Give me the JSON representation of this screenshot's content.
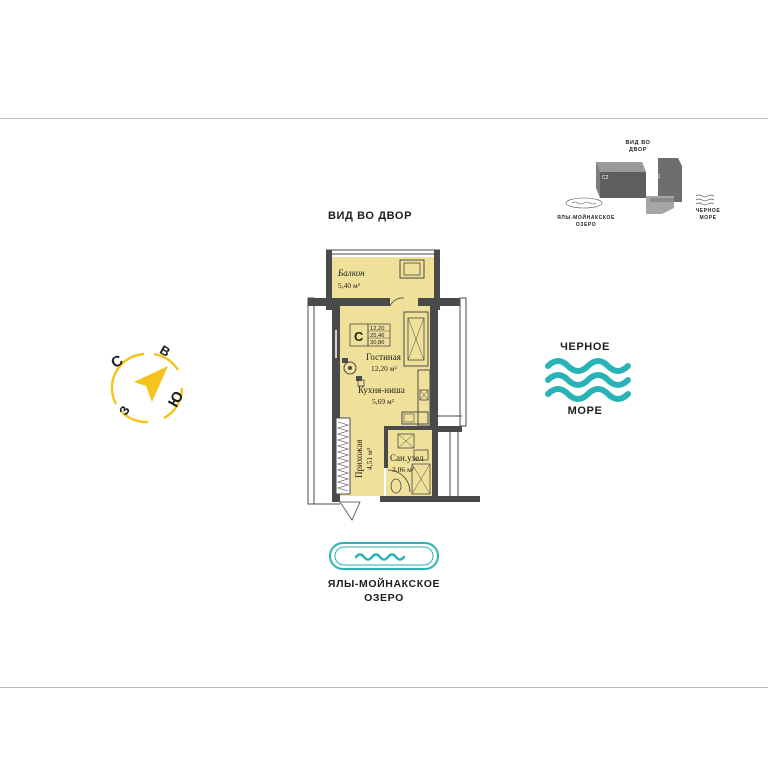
{
  "colors": {
    "floor": "#f0e19a",
    "wall": "#4a4a4a",
    "sea": "#2ab3b6",
    "compass": "#f2c41c",
    "frame": "#bdbdbd"
  },
  "view_labels": {
    "top": "ВИД ВО ДВОР",
    "sea_top": "ЧЕРНОЕ",
    "sea_bottom": "МОРЕ",
    "lake_line1": "ЯЛЫ-МОЙНАКСКОЕ",
    "lake_line2": "ОЗЕРО"
  },
  "compass": {
    "north": "С",
    "east": "В",
    "south": "Ю",
    "west": "З"
  },
  "apartment": {
    "type": "С",
    "areas": [
      "12,20",
      "25,46",
      "30,86"
    ]
  },
  "rooms": {
    "balcony": {
      "name": "Балкон",
      "area": "5,40 м²"
    },
    "living": {
      "name": "Гостиная",
      "area": "12,20 м²"
    },
    "kitchen": {
      "name": "Кухня-ниша",
      "area": "5,69 м²"
    },
    "hall": {
      "name": "Прихожая",
      "area": "4,51 м²"
    },
    "bath": {
      "name": "Сан.узел",
      "area": "3,06 м²"
    }
  },
  "mini_map": {
    "view_line1": "ВИД ВО",
    "view_line2": "ДВОР",
    "block_c2": "С2",
    "block_c1": "С1",
    "lake_line1": "ЯЛЫ-МОЙНАКСКОЕ",
    "lake_line2": "ОЗЕРО",
    "sea_line1": "ЧЕРНОЕ",
    "sea_line2": "МОРЕ"
  },
  "icons": [
    "compass-icon",
    "sea-waves-icon",
    "lake-icon",
    "building-block-icon"
  ]
}
